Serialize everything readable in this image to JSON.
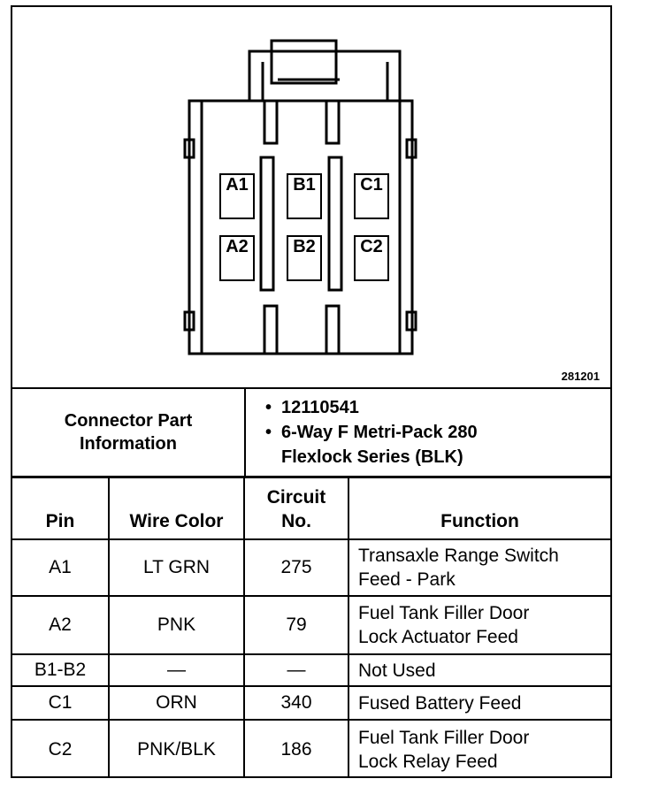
{
  "diagram": {
    "figure_id": "281201",
    "pins": [
      "A1",
      "B1",
      "C1",
      "A2",
      "B2",
      "C2"
    ]
  },
  "connector_info": {
    "label_line1": "Connector Part",
    "label_line2": "Information",
    "part_number": "12110541",
    "description_line1": "6-Way F Metri-Pack 280",
    "description_line2": "Flexlock Series (BLK)",
    "bullet": "•"
  },
  "table": {
    "headers": {
      "pin": "Pin",
      "wire_color": "Wire Color",
      "circuit_line1": "Circuit",
      "circuit_line2": "No.",
      "function": "Function"
    },
    "rows": [
      {
        "pin": "A1",
        "wire_color": "LT GRN",
        "circuit": "275",
        "function_line1": "Transaxle Range Switch",
        "function_line2": "Feed - Park"
      },
      {
        "pin": "A2",
        "wire_color": "PNK",
        "circuit": "79",
        "function_line1": "Fuel Tank Filler Door",
        "function_line2": "Lock Actuator Feed"
      },
      {
        "pin": "B1-B2",
        "wire_color": "—",
        "circuit": "—",
        "function_line1": "Not Used",
        "function_line2": ""
      },
      {
        "pin": "C1",
        "wire_color": "ORN",
        "circuit": "340",
        "function_line1": "Fused Battery Feed",
        "function_line2": ""
      },
      {
        "pin": "C2",
        "wire_color": "PNK/BLK",
        "circuit": "186",
        "function_line1": "Fuel Tank Filler Door",
        "function_line2": "Lock Relay Feed"
      }
    ]
  }
}
